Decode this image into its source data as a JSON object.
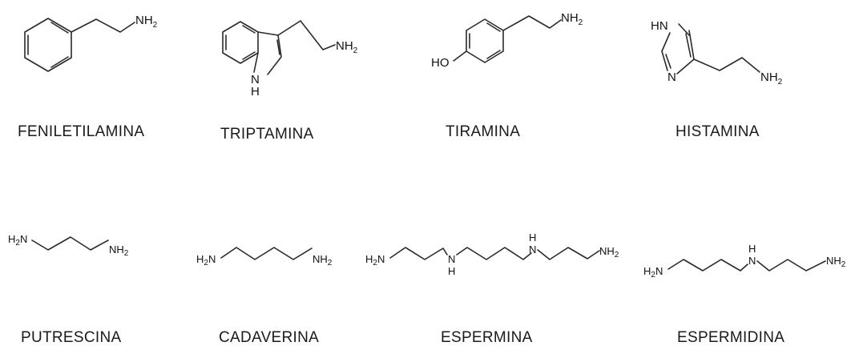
{
  "molecules": [
    {
      "name": "FENILETILAMINA"
    },
    {
      "name": "TRIPTAMINA"
    },
    {
      "name": "TIRAMINA"
    },
    {
      "name": "HISTAMINA"
    },
    {
      "name": "PUTRESCINA"
    },
    {
      "name": "CADAVERINA"
    },
    {
      "name": "ESPERMINA"
    },
    {
      "name": "ESPERMIDINA"
    }
  ],
  "atoms": {
    "nh2_base": "NH",
    "h2n_base": "N",
    "h2": "H",
    "sub2": "2",
    "nh": "NH",
    "hn": "HN",
    "n": "N",
    "h": "H",
    "ho": "HO"
  }
}
